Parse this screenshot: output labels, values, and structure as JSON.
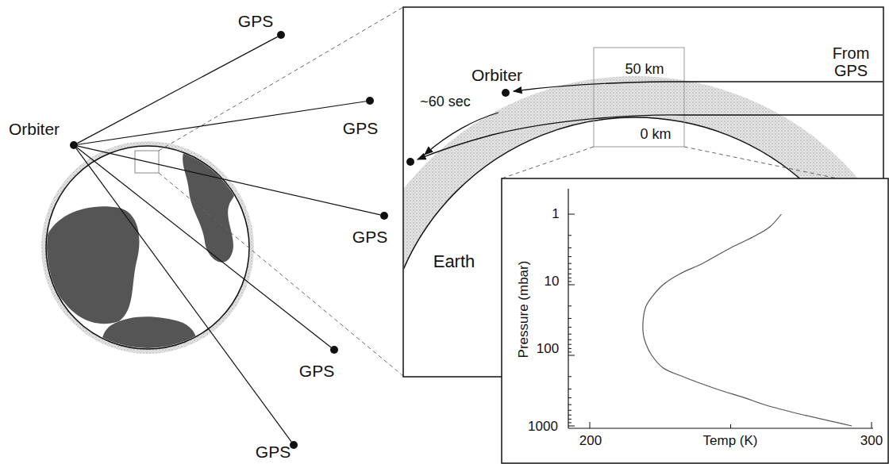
{
  "diagram": {
    "nodes": [
      {
        "text": [
          "Orbiter"
        ]
      },
      {
        "text": [
          "GPS"
        ]
      },
      {
        "text": [
          "GPS"
        ]
      },
      {
        "text": [
          "GPS"
        ]
      },
      {
        "text": [
          "GPS"
        ]
      },
      {
        "text": [
          "GPS"
        ]
      }
    ],
    "edges": [
      {
        "from": 0,
        "to": 1,
        "arrow": "none"
      },
      {
        "from": 0,
        "to": 2,
        "arrow": "none"
      },
      {
        "from": 0,
        "to": 3,
        "arrow": "none"
      },
      {
        "from": 0,
        "to": 4,
        "arrow": "none"
      },
      {
        "from": 0,
        "to": 5,
        "arrow": "none"
      }
    ],
    "labels": [
      "~60 sec",
      "Orbiter",
      "50 km",
      "From GPS",
      "0 km",
      "Earth",
      "1",
      "10",
      "100",
      "1000",
      "Pressure (mbar)",
      "200",
      "Temp (K)",
      "300"
    ]
  }
}
